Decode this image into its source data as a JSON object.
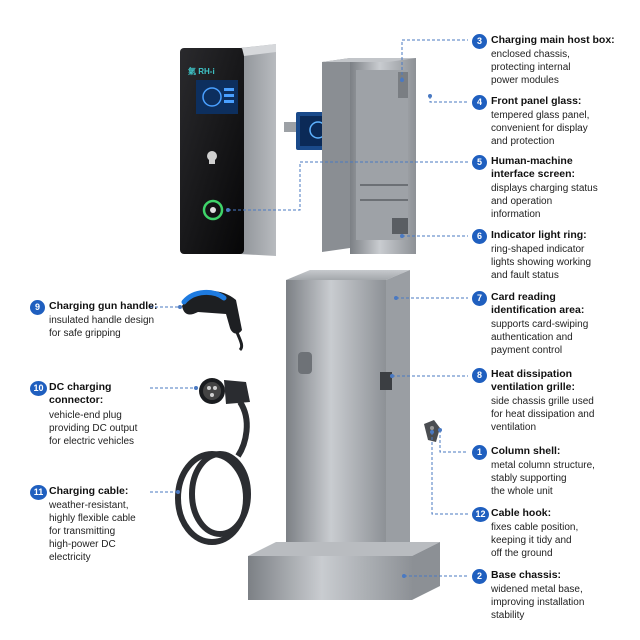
{
  "brand": "RH",
  "callouts": [
    {
      "num": "3",
      "title": "Charging main host box:",
      "desc": [
        "enclosed chassis,",
        "protecting internal",
        "power modules"
      ]
    },
    {
      "num": "4",
      "title": "Front panel glass:",
      "desc": [
        "tempered glass panel,",
        "convenient for display",
        "and protection"
      ]
    },
    {
      "num": "5",
      "title": "Human-machine",
      "title2": "interface screen:",
      "desc": [
        "displays charging status",
        "and operation",
        "information"
      ]
    },
    {
      "num": "6",
      "title": "Indicator light ring:",
      "desc": [
        "ring-shaped indicator",
        "lights showing working",
        "and fault status"
      ]
    },
    {
      "num": "7",
      "title": "Card reading",
      "title2": "identification area:",
      "desc": [
        "supports card-swiping",
        "authentication and",
        "payment control"
      ]
    },
    {
      "num": "8",
      "title": "Heat dissipation",
      "title2": "ventilation grille:",
      "desc": [
        "side chassis grille used",
        "for heat dissipation and",
        "ventilation"
      ]
    },
    {
      "num": "1",
      "title": "Column shell:",
      "desc": [
        "metal column structure,",
        "stably supporting",
        "the whole unit"
      ]
    },
    {
      "num": "12",
      "title": "Cable hook:",
      "desc": [
        "fixes cable position,",
        "keeping it tidy and",
        "off the ground"
      ]
    },
    {
      "num": "2",
      "title": "Base chassis:",
      "desc": [
        "widened metal base,",
        "improving installation",
        "stability"
      ]
    },
    {
      "num": "9",
      "title": "Charging gun handle:",
      "desc": [
        "insulated handle design",
        "for safe gripping"
      ]
    },
    {
      "num": "10",
      "title": "DC charging",
      "title2": "connector:",
      "desc": [
        "vehicle-end plug",
        "providing DC output",
        "for electric vehicles"
      ]
    },
    {
      "num": "11",
      "title": "Charging cable:",
      "desc": [
        "weather-resistant,",
        "highly flexible cable",
        "for transmitting",
        "high-power DC",
        "electricity"
      ]
    }
  ],
  "colors": {
    "accent": "#1f5fbf",
    "steel": "#9a9ea3",
    "panel": "#111111",
    "ring": "#3fd46a",
    "screen": "#1a4a8a"
  }
}
